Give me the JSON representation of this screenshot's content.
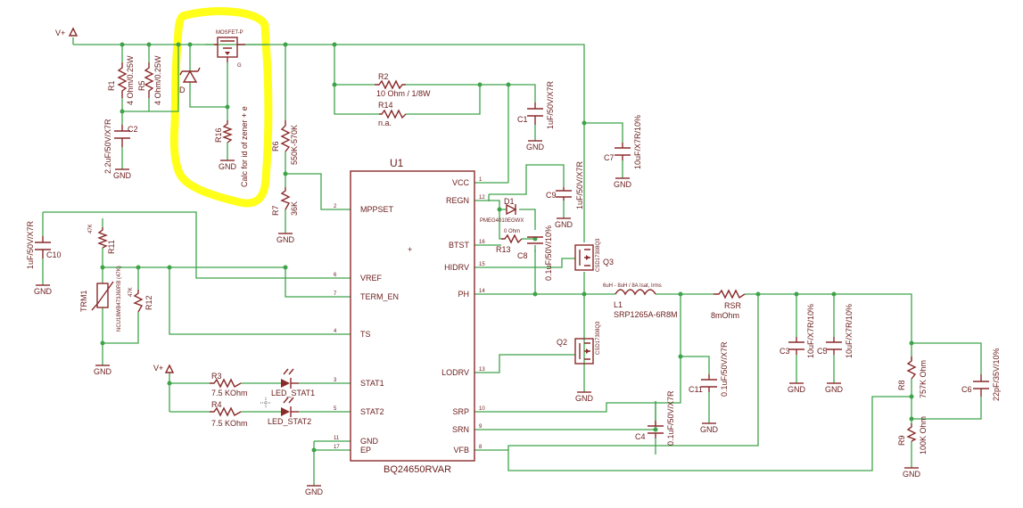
{
  "ic": {
    "ref": "U1",
    "part": "BQ24650RVAR",
    "left_pins": [
      {
        "num": "2",
        "name": "MPPSET"
      },
      {
        "num": "6",
        "name": "VREF"
      },
      {
        "num": "7",
        "name": "TERM_EN"
      },
      {
        "num": "4",
        "name": "TS"
      },
      {
        "num": "3",
        "name": "STAT1"
      },
      {
        "num": "5",
        "name": "STAT2"
      },
      {
        "num": "11",
        "name": "GND"
      },
      {
        "num": "17",
        "name": "EP"
      }
    ],
    "right_pins": [
      {
        "num": "1",
        "name": "VCC"
      },
      {
        "num": "12",
        "name": "REGN"
      },
      {
        "num": "16",
        "name": "BTST"
      },
      {
        "num": "15",
        "name": "HIDRV"
      },
      {
        "num": "14",
        "name": "PH"
      },
      {
        "num": "13",
        "name": "LODRV"
      },
      {
        "num": "10",
        "name": "SRP"
      },
      {
        "num": "9",
        "name": "SRN"
      },
      {
        "num": "8",
        "name": "VFB"
      }
    ]
  },
  "supply": {
    "label": "V+",
    "label2": "V+"
  },
  "gnd": "GND",
  "components": {
    "r1": {
      "ref": "R1",
      "value": "4 Ohm/0.25W"
    },
    "r5": {
      "ref": "R5",
      "value": "4 Ohm/0.25W"
    },
    "c2": {
      "ref": "C2",
      "value": "2.2uF/50V/X7R"
    },
    "mosfet": {
      "value": "MOSFET-P",
      "pin": "G"
    },
    "zener": {
      "ref": "D"
    },
    "r16": {
      "ref": "R16",
      "value": "Calc for id of zener + e"
    },
    "r6": {
      "ref": "R6",
      "value": "550K-570K"
    },
    "r7": {
      "ref": "R7",
      "value": "36K"
    },
    "r2": {
      "ref": "R2",
      "value": "10 Ohm / 1/8W"
    },
    "r14": {
      "ref": "R14",
      "value": "n.a."
    },
    "c1": {
      "ref": "C1",
      "value": "1uF/50V/X7R"
    },
    "c7": {
      "ref": "C7",
      "value": "10uF/X7R/10%"
    },
    "c9": {
      "ref": "C9",
      "value": "1uF/50V/X7R"
    },
    "d1": {
      "ref": "D1",
      "value": "PMEG4010EGWX"
    },
    "r13": {
      "ref": "R13",
      "value": "0 Ohm"
    },
    "c8": {
      "ref": "C8",
      "value": "0.1uF/50V/10%"
    },
    "q3": {
      "ref": "Q3",
      "value": "CSD17308Q3"
    },
    "q2": {
      "ref": "Q2",
      "value": "CSD17308Q3"
    },
    "c10": {
      "ref": "C10",
      "value": "1uF/50V/X7R"
    },
    "r11": {
      "ref": "R11",
      "value": "47K"
    },
    "r12": {
      "ref": "R12",
      "value": "47K"
    },
    "trm1": {
      "ref": "TRM1",
      "value": "NCU18WB473J60RB (47K)"
    },
    "l1": {
      "ref": "L1",
      "value": "SRP1265A-6R8M",
      "note": "6uH - 8uH / 8A Isat, Irms"
    },
    "rsr": {
      "ref": "RSR",
      "value": "8mOhm"
    },
    "c3": {
      "ref": "C3",
      "value": "10uF/X7R/10%"
    },
    "c5": {
      "ref": "C5",
      "value": "10uF/X7R/10%"
    },
    "c11": {
      "ref": "C11",
      "value": "0.1uF/50V/X7R"
    },
    "c4": {
      "ref": "C4",
      "value": "0.1uF/50V/X7R"
    },
    "r8": {
      "ref": "R8",
      "value": "757K Ohm"
    },
    "r9": {
      "ref": "R9",
      "value": "100K Ohm"
    },
    "c6": {
      "ref": "C6",
      "value": "22pF/35V/10%"
    },
    "r3": {
      "ref": "R3",
      "value": "7.5 KOhm"
    },
    "r4": {
      "ref": "R4",
      "value": "7.5 KOhm"
    },
    "led1": {
      "ref": "LED_STAT1"
    },
    "led2": {
      "ref": "LED_STAT2"
    }
  },
  "colors": {
    "wire": "#3fa34a",
    "component": "#8b2a2a",
    "highlight": "#ffff1a"
  }
}
